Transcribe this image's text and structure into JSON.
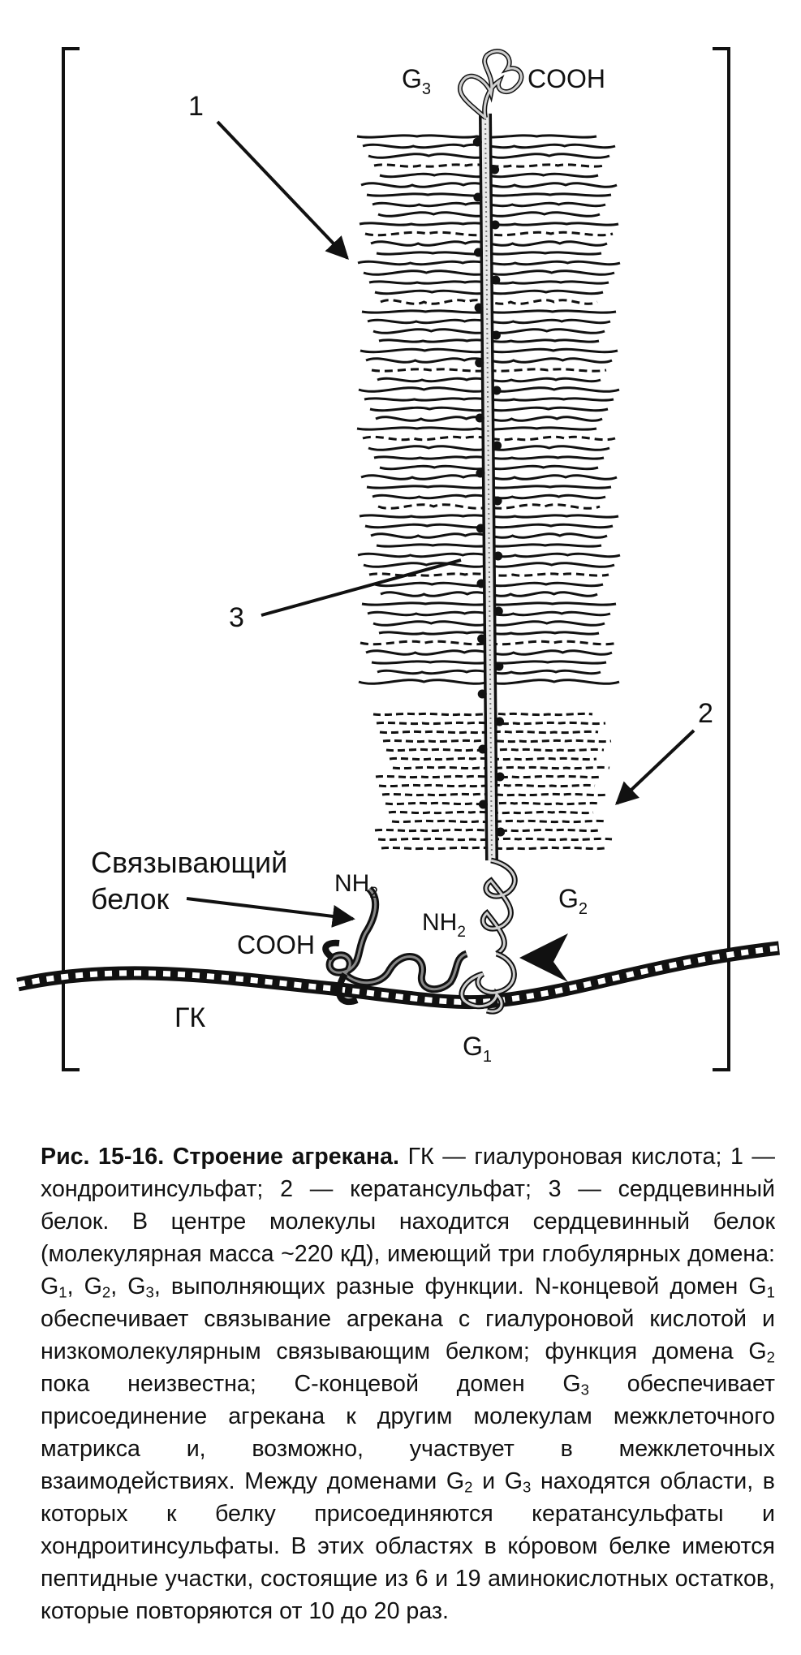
{
  "labels": {
    "g3": "G",
    "g3_sub": "3",
    "cooh_top": "COOH",
    "num1": "1",
    "num2": "2",
    "num3": "3",
    "link_l1": "Связывающий",
    "link_l2": "белок",
    "nh2": "NH",
    "nh2_sub": "2",
    "g2": "G",
    "g2_sub": "2",
    "cooh_bottom": "COOH",
    "gk": "ГК",
    "g1": "G",
    "g1_sub": "1"
  },
  "caption": {
    "title": "Рис. 15-16. Строение агрекана.",
    "s1": " ГК — гиалуроновая кислота; 1 — хондроитинсульфат; 2 — кератансульфат; 3 — сердцевинный белок. В центре молекулы находится сердцевинный белок (молекулярная масса ~220 кД), имеющий три глобулярных домена: G",
    "sub1": "1",
    "s2": ", G",
    "sub2": "2",
    "s3": ", G",
    "sub3": "3",
    "s4": ", выполняющих разные функции. N-концевой домен G",
    "sub4": "1",
    "s5": " обеспечивает связывание агрекана с гиалуроновой кислотой и низкомолекулярным связывающим белком; функция домена G",
    "sub5": "2",
    "s6": " пока неизвестна; С-концевой домен G",
    "sub6": "3",
    "s7": " обеспечивает присоединение агрекана к другим молекулам межклеточного матрикса и, возможно, участвует в межклеточных взаимодействиях. Между доменами G",
    "sub7": "2",
    "s8": " и G",
    "sub8": "3",
    "s9": " находятся области, в которых к белку присоединяются кератансульфаты и хондроитинсульфаты. В этих областях в ко́ровом белке имеются пептидные участки, состоящие из 6 и 19 аминокислотных остатков, которые повторяются от 10 до 20 раз."
  }
}
